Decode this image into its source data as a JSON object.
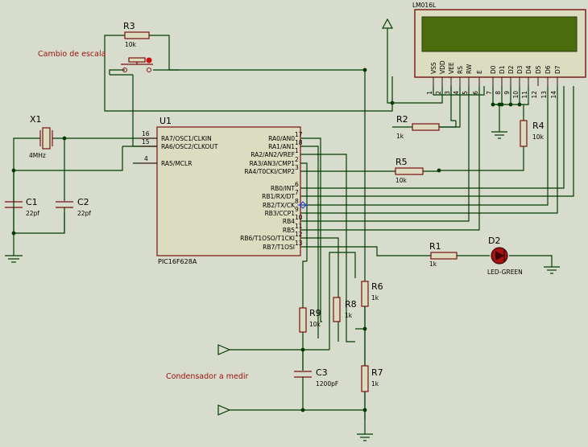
{
  "annotations": {
    "scale_change": "Cambio de escala",
    "capacitor_to_measure": "Condensador a medir"
  },
  "mcu": {
    "ref": "U1",
    "part": "PIC16F628A",
    "left_pins": [
      {
        "num": "16",
        "name": "RA7/OSC1/CLKIN"
      },
      {
        "num": "15",
        "name": "RA6/OSC2/CLKOUT"
      },
      {
        "num": "4",
        "name": "RA5/MCLR"
      }
    ],
    "right_pins": [
      {
        "num": "17",
        "name": "RA0/AN0"
      },
      {
        "num": "18",
        "name": "RA1/AN1"
      },
      {
        "num": "1",
        "name": "RA2/AN2/VREF"
      },
      {
        "num": "2",
        "name": "RA3/AN3/CMP1"
      },
      {
        "num": "3",
        "name": "RA4/T0CKI/CMP2"
      },
      {
        "num": "6",
        "name": "RB0/INT"
      },
      {
        "num": "7",
        "name": "RB1/RX/DT"
      },
      {
        "num": "8",
        "name": "RB2/TX/CK"
      },
      {
        "num": "9",
        "name": "RB3/CCP1"
      },
      {
        "num": "10",
        "name": "RB4"
      },
      {
        "num": "11",
        "name": "RB5"
      },
      {
        "num": "12",
        "name": "RB6/T1OSO/T1CKI"
      },
      {
        "num": "13",
        "name": "RB7/T1OSI"
      }
    ]
  },
  "lcd": {
    "ref": "LM016L",
    "pins": [
      {
        "label": "VSS",
        "num": "1"
      },
      {
        "label": "VDD",
        "num": "2"
      },
      {
        "label": "VEE",
        "num": "3"
      },
      {
        "label": "RS",
        "num": "4"
      },
      {
        "label": "RW",
        "num": "5"
      },
      {
        "label": "E",
        "num": "6"
      },
      {
        "label": "D0",
        "num": "7"
      },
      {
        "label": "D1",
        "num": "8"
      },
      {
        "label": "D2",
        "num": "9"
      },
      {
        "label": "D3",
        "num": "10"
      },
      {
        "label": "D4",
        "num": "11"
      },
      {
        "label": "D5",
        "num": "12"
      },
      {
        "label": "D6",
        "num": "13"
      },
      {
        "label": "D7",
        "num": "14"
      }
    ]
  },
  "components": {
    "r3": {
      "ref": "R3",
      "value": "10k"
    },
    "r2": {
      "ref": "R2",
      "value": "1k"
    },
    "r4": {
      "ref": "R4",
      "value": "10k"
    },
    "r5": {
      "ref": "R5",
      "value": "10k"
    },
    "r1": {
      "ref": "R1",
      "value": "1k"
    },
    "r6": {
      "ref": "R6",
      "value": "1k"
    },
    "r7": {
      "ref": "R7",
      "value": "1k"
    },
    "r8": {
      "ref": "R8",
      "value": "1k"
    },
    "r9": {
      "ref": "R9",
      "value": "10k"
    },
    "x1": {
      "ref": "X1",
      "value": "4MHz"
    },
    "c1": {
      "ref": "C1",
      "value": "22pf"
    },
    "c2": {
      "ref": "C2",
      "value": "22pf"
    },
    "c3": {
      "ref": "C3",
      "value": "1200pF"
    },
    "d2": {
      "ref": "D2",
      "value": "LED-GREEN"
    }
  },
  "colors": {
    "background": "#d8dccc",
    "wire": "#003c00",
    "component_outline": "#7a1010",
    "chip_fill": "#dcdcc0",
    "lcd_screen": "#4a6c0c",
    "led_fill": "#aa1111"
  }
}
